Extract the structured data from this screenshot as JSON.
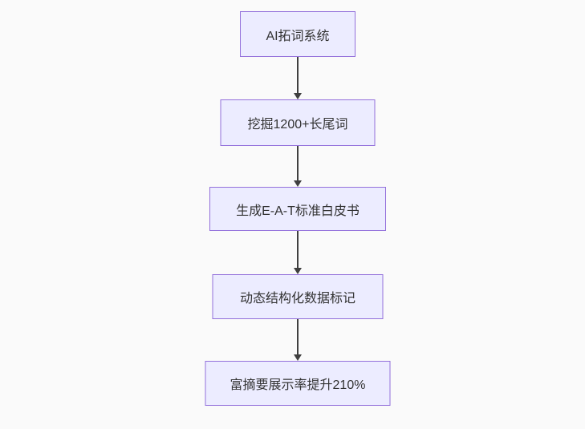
{
  "flowchart": {
    "type": "vertical-flowchart",
    "background_color": "#fafafa",
    "node_fill_color": "#ececff",
    "node_border_color": "#9370db",
    "node_text_color": "#333333",
    "arrow_color": "#3f3f3f",
    "nodes": [
      {
        "id": "A",
        "label": "AI拓词系统"
      },
      {
        "id": "B",
        "label": "挖掘1200+长尾词"
      },
      {
        "id": "C",
        "label": "生成E-A-T标准白皮书"
      },
      {
        "id": "D",
        "label": "动态结构化数据标记"
      },
      {
        "id": "E",
        "label": "富摘要展示率提升210%"
      }
    ],
    "edges": [
      {
        "from": "AI拓词系统",
        "to": "挖掘1200+长尾词",
        "direction": "down"
      },
      {
        "from": "挖掘1200+长尾词",
        "to": "生成E-A-T标准白皮书",
        "direction": "down"
      },
      {
        "from": "生成E-A-T标准白皮书",
        "to": "动态结构化数据标记",
        "direction": "down"
      },
      {
        "from": "动态结构化数据标记",
        "to": "富摘要展示率提升210%",
        "direction": "down"
      }
    ]
  }
}
